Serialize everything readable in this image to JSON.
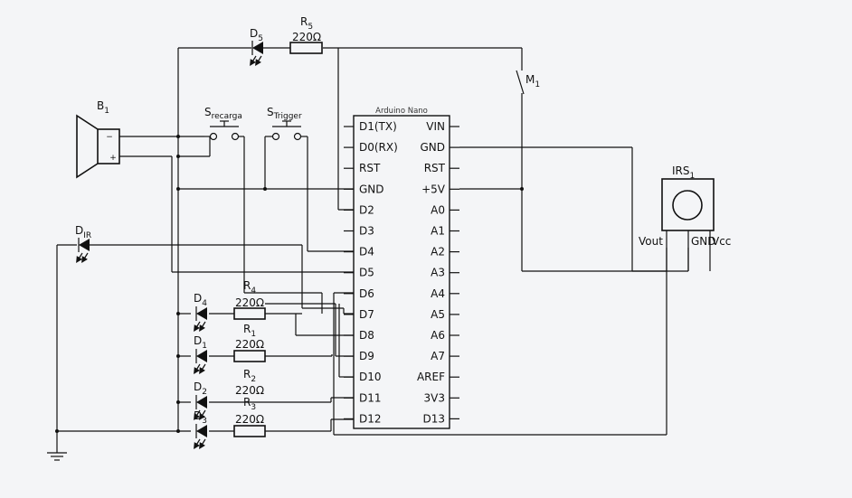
{
  "arduino": {
    "title": "Arduino Nano",
    "left_pins": [
      "D1(TX)",
      "D0(RX)",
      "RST",
      "GND",
      "D2",
      "D3",
      "D4",
      "D5",
      "D6",
      "D7",
      "D8",
      "D9",
      "D10",
      "D11",
      "D12"
    ],
    "right_pins": [
      "VIN",
      "GND",
      "RST",
      "+5V",
      "A0",
      "A1",
      "A2",
      "A3",
      "A4",
      "A5",
      "A6",
      "A7",
      "AREF",
      "3V3",
      "D13"
    ]
  },
  "components": {
    "B1": {
      "name": "B",
      "sub": "1",
      "minus": "−",
      "plus": "+"
    },
    "S_recarga": {
      "name": "S",
      "sub": "recarga"
    },
    "S_trigger": {
      "name": "S",
      "sub": "Trigger"
    },
    "D5": {
      "name": "D",
      "sub": "5"
    },
    "R5": {
      "name": "R",
      "sub": "5",
      "value": "220Ω"
    },
    "M1": {
      "name": "M",
      "sub": "1"
    },
    "IRS1": {
      "name": "IRS",
      "sub": "1",
      "pins": [
        "Vout",
        "GND",
        "Vcc"
      ]
    },
    "DIR": {
      "name": "D",
      "sub": "IR"
    },
    "D4": {
      "name": "D",
      "sub": "4"
    },
    "R4": {
      "name": "R",
      "sub": "4",
      "value": "220Ω"
    },
    "D1": {
      "name": "D",
      "sub": "1"
    },
    "R1": {
      "name": "R",
      "sub": "1",
      "value": "220Ω"
    },
    "D2": {
      "name": "D",
      "sub": "2"
    },
    "R2": {
      "name": "R",
      "sub": "2",
      "value": "220Ω"
    },
    "D3": {
      "name": "D",
      "sub": "3"
    },
    "R3": {
      "name": "R",
      "sub": "3",
      "value": "220Ω"
    }
  }
}
